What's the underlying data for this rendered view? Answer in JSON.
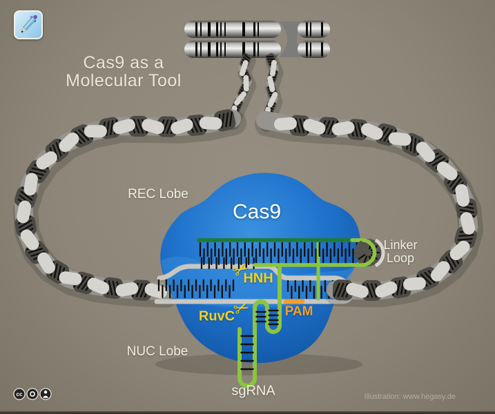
{
  "header": {
    "app_icon": "dna-pen-icon",
    "title_line1": "Cas9 as a",
    "title_line2": "Molecular Tool"
  },
  "diagram": {
    "protein_label": "Cas9",
    "rec_lobe_label": "REC Lobe",
    "nuc_lobe_label": "NUC Lobe",
    "hnh_label": "HNH",
    "ruvc_label": "RuvC",
    "pam_label": "PAM",
    "sgrna_label": "sgRNA",
    "linker_label_line1": "Linker",
    "linker_label_line2": "Loop",
    "scissors_glyph": "✂"
  },
  "footer": {
    "credit": "Illustration: www.hegasy.de",
    "license_icons": [
      "cc-icon",
      "ring-icon",
      "person-icon"
    ]
  },
  "colors": {
    "bg": "#8d8679",
    "cas9_blue": "#1f72cb",
    "cas9_blue_light": "#3b92e0",
    "cas9_blue_dark": "#0d4d9a",
    "dna_light": "#d6d4cf",
    "dna_mid": "#96948e",
    "dna_dark": "#4b4a45",
    "tick_black": "#12110f",
    "strand_gray": "#c9c7c1",
    "green_dark": "#1e7c34",
    "green_bright": "#8bc53f",
    "yellow": "#f2d319",
    "orange": "#f0a02e",
    "cream": "#ebe5d3",
    "label_white": "#f2eee1",
    "credit_gray": "#b5ae9f",
    "badge_dark": "#24231f",
    "chromo_band": "#0c0c0a"
  }
}
